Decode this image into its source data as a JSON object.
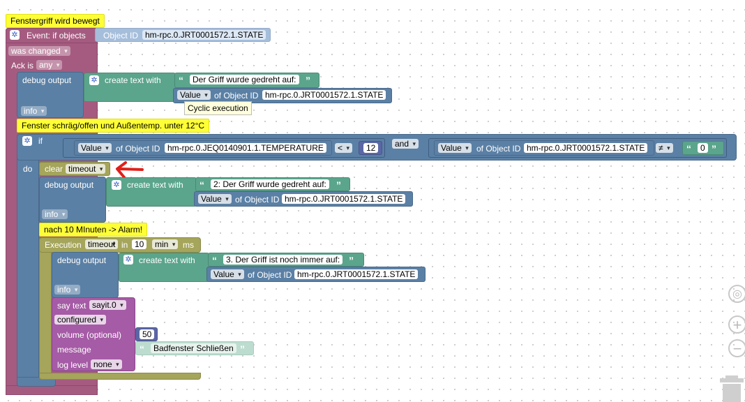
{
  "event_block": {
    "comment": "Fenstergriff wird bewegt",
    "label": "Event: if objects",
    "object_id_label": "Object ID",
    "object_id": "hm-rpc.0.JRT0001572.1.STATE",
    "change_mode": "was changed",
    "ack_label": "Ack is",
    "ack_value": "any"
  },
  "debug1": {
    "label": "debug output",
    "create_text": "create text with",
    "string": "Der Griff wurde gedreht auf:",
    "value_label": "Value",
    "of_object": "of Object ID",
    "object_id": "hm-rpc.0.JRT0001572.1.STATE",
    "level": "info",
    "tooltip": "Cyclic execution"
  },
  "if_block": {
    "comment": "Fenster schräg/offen und Außentemp. unter 12°C",
    "if_label": "if",
    "do_label": "do",
    "cond1": {
      "value_label": "Value",
      "of_object": "of Object ID",
      "object_id": "hm-rpc.0.JEQ0140901.1.TEMPERATURE",
      "operator": "<",
      "number": "12"
    },
    "and_label": "and",
    "cond2": {
      "value_label": "Value",
      "of_object": "of Object ID",
      "object_id": "hm-rpc.0.JRT0001572.1.STATE",
      "operator": "≠",
      "string": "0"
    }
  },
  "clear_block": {
    "label": "clear",
    "timer": "timeout"
  },
  "debug2": {
    "label": "debug output",
    "create_text": "create text with",
    "string": "2: Der Griff wurde gedreht auf:",
    "value_label": "Value",
    "of_object": "of Object ID",
    "object_id": "hm-rpc.0.JRT0001572.1.STATE",
    "level": "info"
  },
  "timeout_block": {
    "comment": "nach 10 MInuten -> Alarm!",
    "label": "Execution",
    "timer": "timeout",
    "in_label": "in",
    "amount": "10",
    "unit": "min",
    "ms_label": "ms"
  },
  "debug3": {
    "label": "debug output",
    "create_text": "create text with",
    "string": "3. Der Griff ist noch immer auf:",
    "value_label": "Value",
    "of_object": "of Object ID",
    "object_id": "hm-rpc.0.JRT0001572.1.STATE",
    "level": "info"
  },
  "say_block": {
    "label": "say text",
    "instance": "sayit.0",
    "mode": "configured",
    "volume_label": "volume (optional)",
    "volume": "50",
    "message_label": "message",
    "message": "Badfenster Schließen",
    "log_label": "log level",
    "log_value": "none"
  },
  "colors": {
    "event": "#a55b80",
    "debug": "#5b80a5",
    "text": "#5ba58c",
    "timeout": "#a5a55b",
    "say": "#a55ba5",
    "comment": "#fefe37",
    "annotation_arrow": "#e0201a"
  }
}
